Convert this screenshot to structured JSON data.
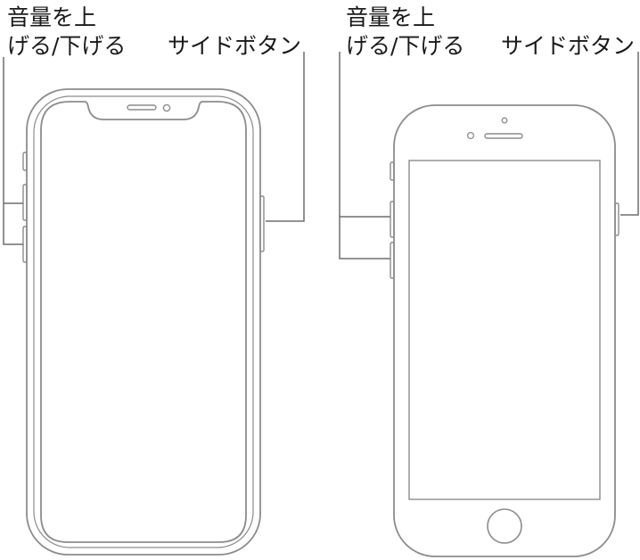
{
  "phone_with_face_id": {
    "volume_label_line1": "音量を上",
    "volume_label_line2": "げる/下げる",
    "side_button_label": "サイドボタン"
  },
  "phone_with_home_button": {
    "volume_label_line1": "音量を上",
    "volume_label_line2": "げる/下げる",
    "side_button_label": "サイドボタン"
  },
  "colors": {
    "outline": "#8c8c8c",
    "leader_line": "#6e6e6e",
    "text": "#1a1a1a",
    "background": "#ffffff"
  }
}
